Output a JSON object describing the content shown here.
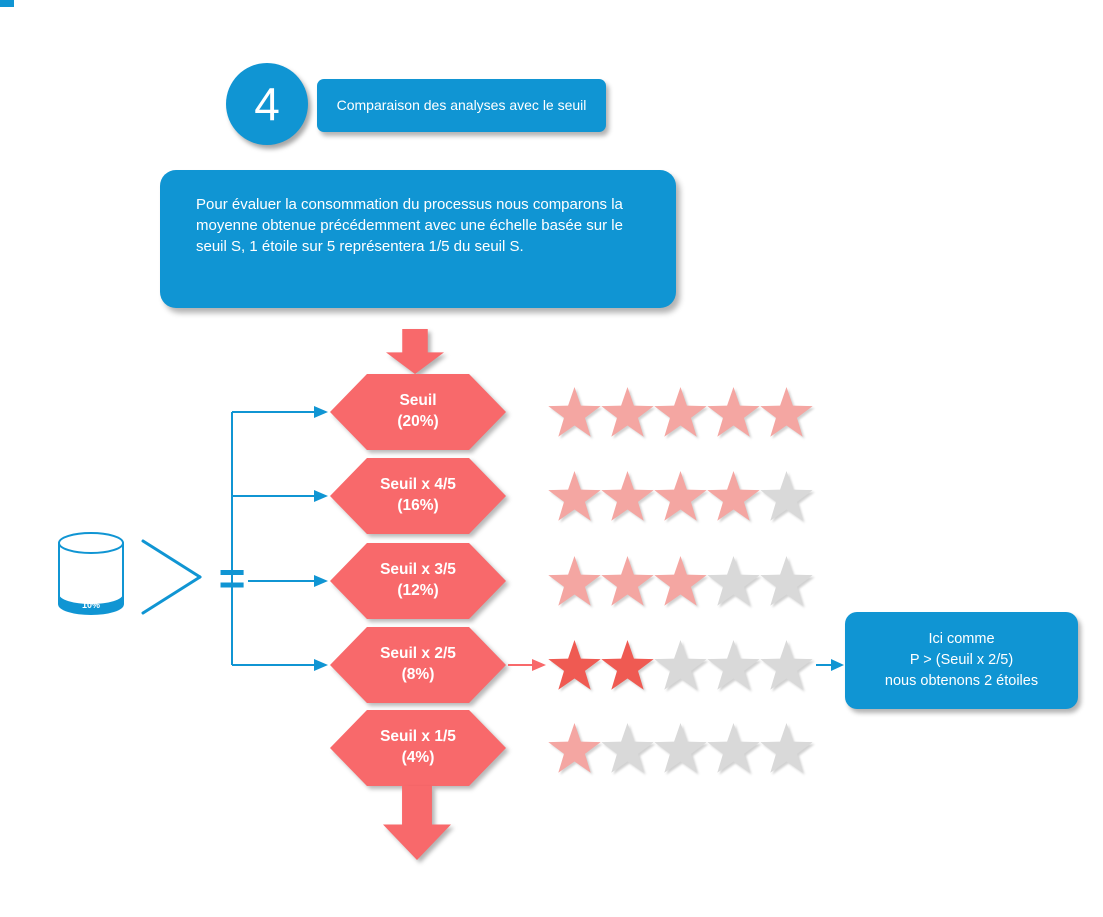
{
  "step": {
    "number": "4",
    "title": "Comparaison des analyses avec le seuil"
  },
  "description": "Pour évaluer la consommation du processus nous comparons la moyenne obtenue précédemment avec une échelle basée sur le seuil S, 1 étoile sur 5 représentera 1/5 du seuil S.",
  "source": {
    "gauge_label": "10%",
    "comparator": ">",
    "equals": "="
  },
  "scale": {
    "stars_total": 5,
    "rows": [
      {
        "line1": "Seuil",
        "line2": "(20%)",
        "stars_filled": 5,
        "highlight": false
      },
      {
        "line1": "Seuil x 4/5",
        "line2": "(16%)",
        "stars_filled": 4,
        "highlight": false
      },
      {
        "line1": "Seuil x 3/5",
        "line2": "(12%)",
        "stars_filled": 3,
        "highlight": false
      },
      {
        "line1": "Seuil x 2/5",
        "line2": "(8%)",
        "stars_filled": 2,
        "highlight": true
      },
      {
        "line1": "Seuil x 1/5",
        "line2": "(4%)",
        "stars_filled": 1,
        "highlight": false
      }
    ]
  },
  "result": {
    "line1": "Ici comme",
    "line2": "P > (Seuil x 2/5)",
    "line3": "nous obtenons 2 étoiles"
  },
  "colors": {
    "blue": "#1095D3",
    "red": "#F8696B",
    "star_filled_light": "#F4A6A2",
    "star_filled_bright": "#EF5A52",
    "star_empty": "#D9D9D9"
  }
}
